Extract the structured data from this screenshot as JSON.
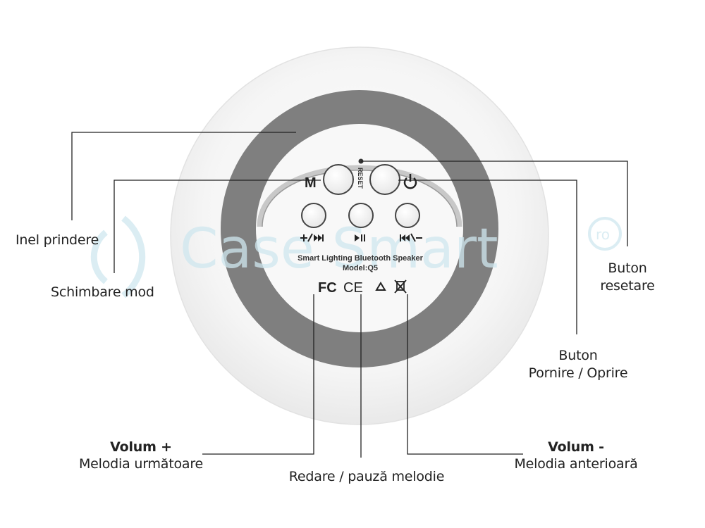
{
  "device": {
    "mode_key": "M",
    "reset_text": "RESET",
    "model_line1": "Smart Lighting Bluetooth Speaker",
    "model_line2": "Model:Q5",
    "marks": {
      "fc": "FC",
      "ce": "CE"
    }
  },
  "watermark": {
    "text": "Case Smart",
    "reg": "ro"
  },
  "callouts": {
    "inel": "Inel prindere",
    "schimbare": "Schimbare mod",
    "reset_line1": "Buton",
    "reset_line2": "resetare",
    "power_line1": "Buton",
    "power_line2": "Pornire / Oprire",
    "volplus_title": "Volum +",
    "volplus_sub": "Melodia următoare",
    "play": "Redare / pauză melodie",
    "volminus_title": "Volum -",
    "volminus_sub": "Melodia anterioară"
  },
  "colors": {
    "outer": "#f4f4f4",
    "ring": "#808080",
    "panel": "#f7f7f7",
    "watermark": "#cfe7ef",
    "line": "#222222"
  }
}
